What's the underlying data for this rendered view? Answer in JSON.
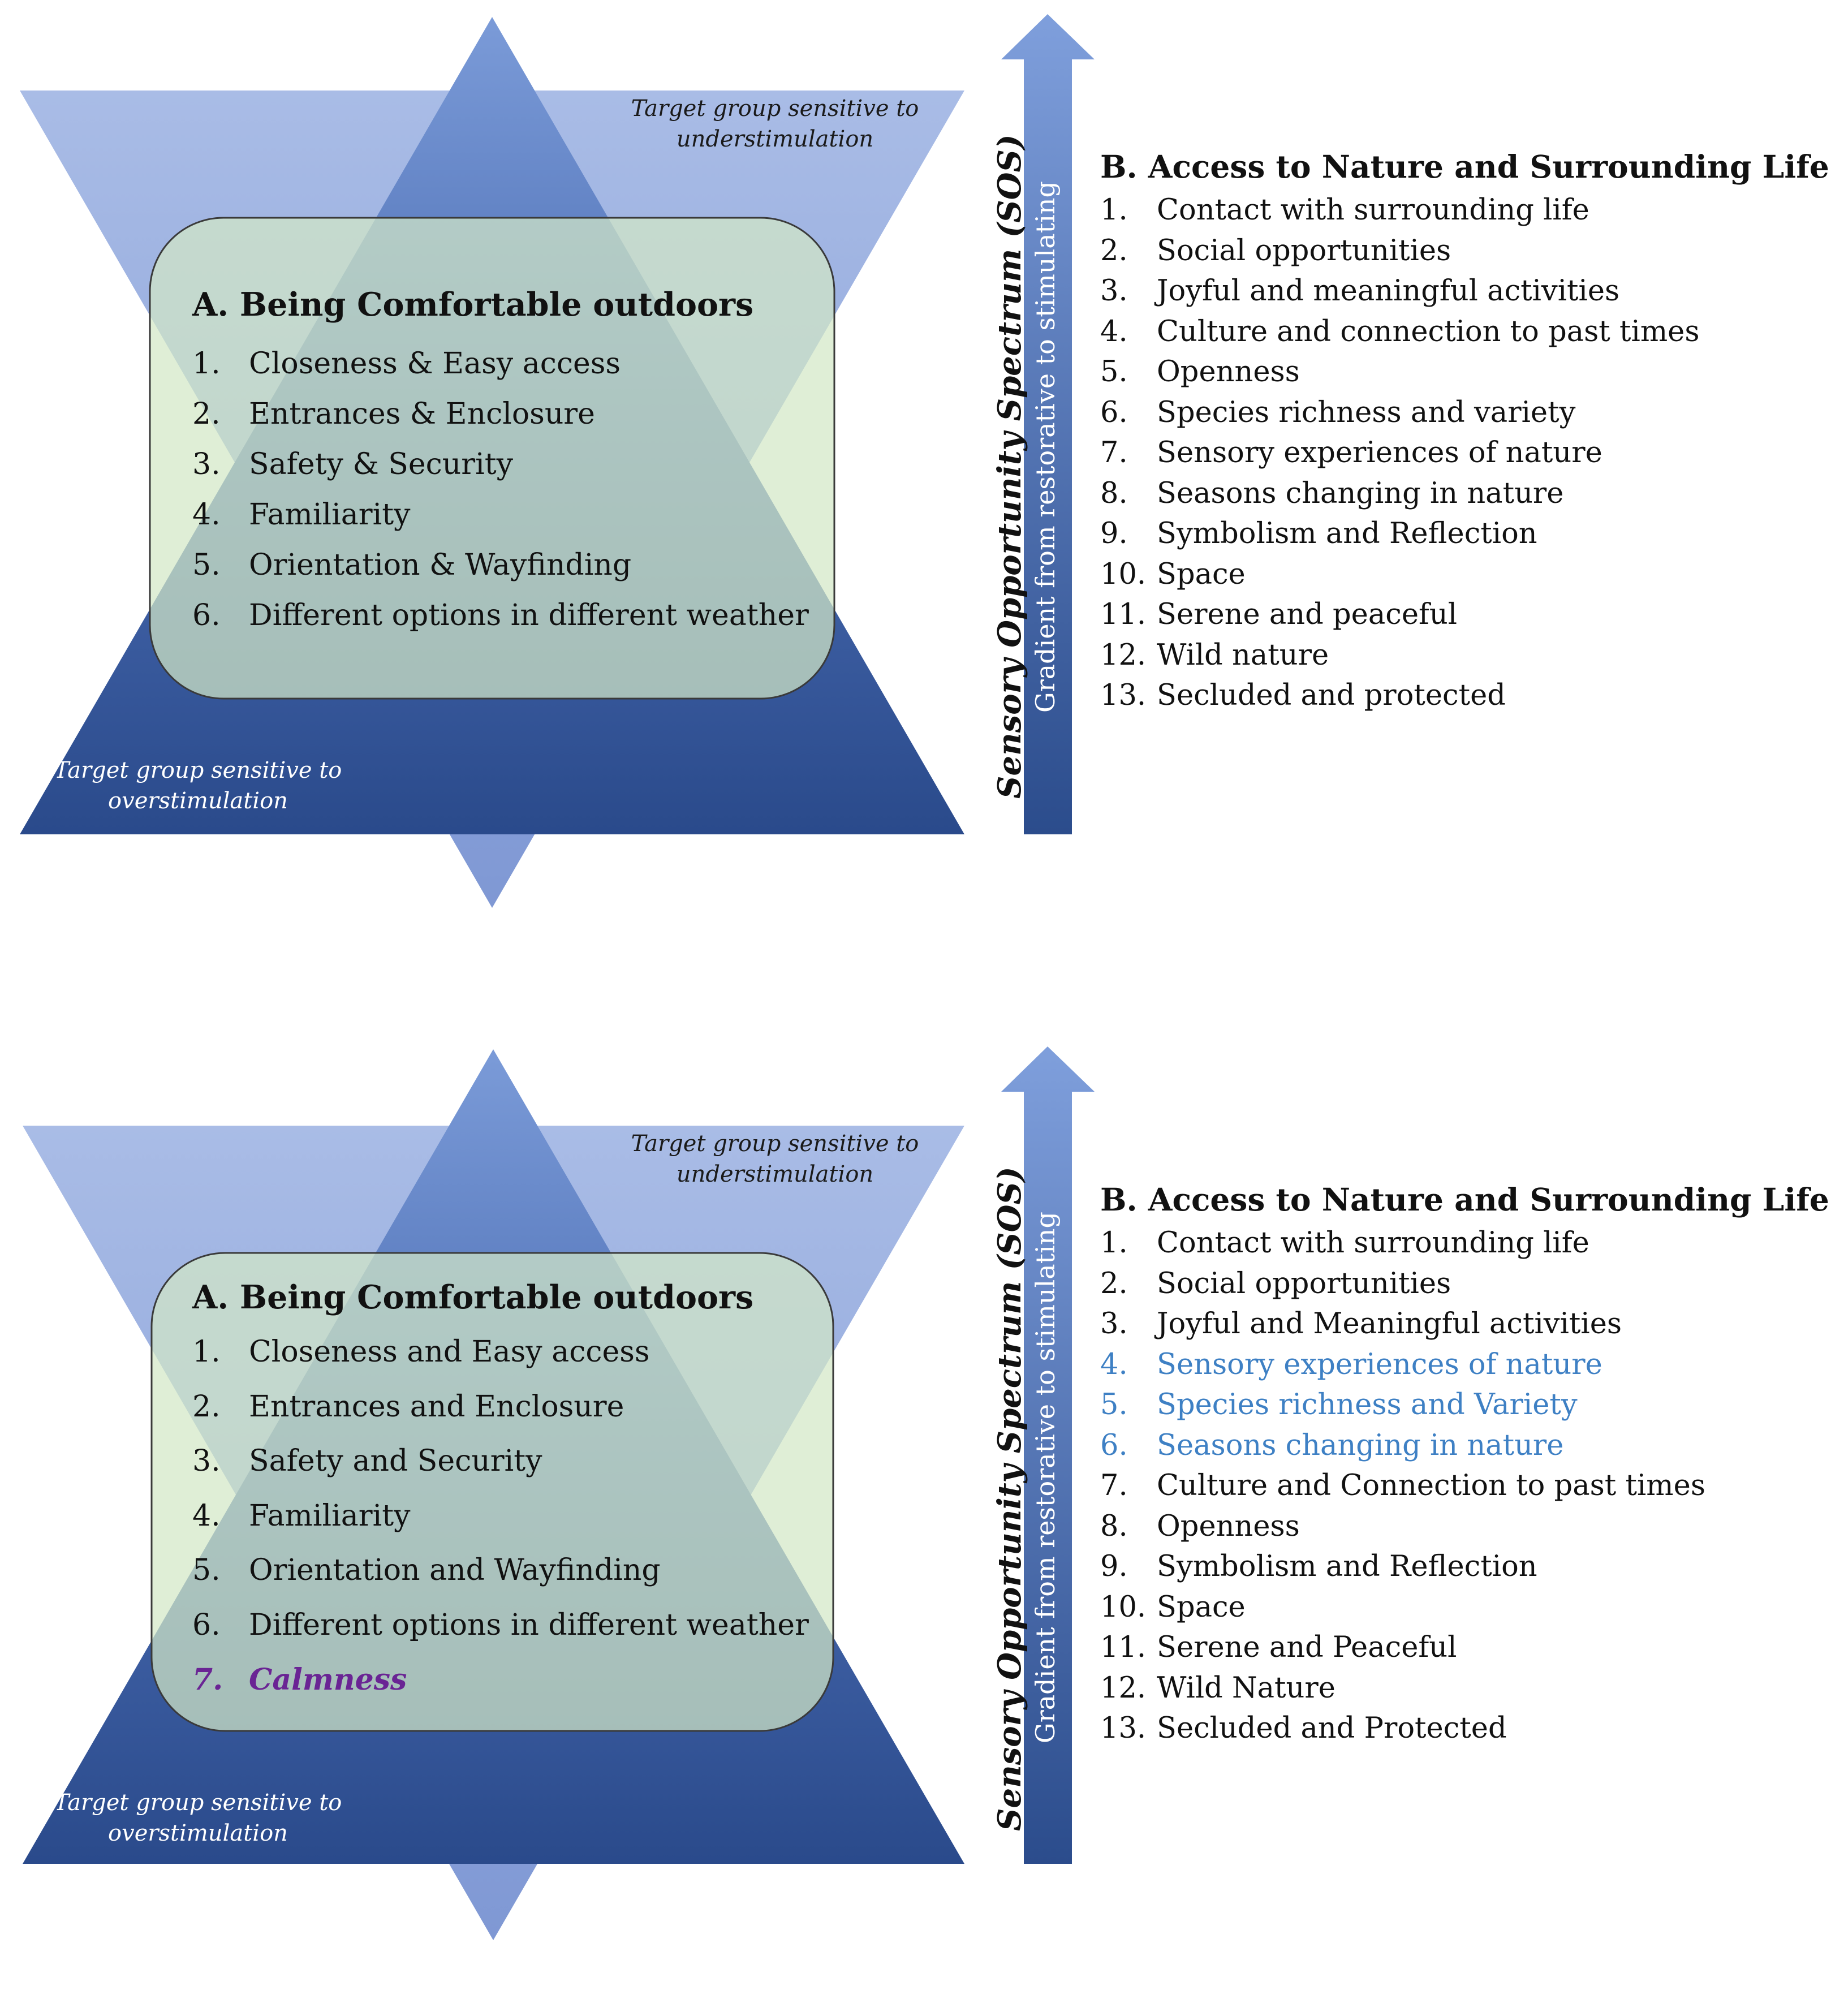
{
  "panels": [
    {
      "target_top": "Target group sensitive to understimulation",
      "target_bottom": "Target group sensitive to overstimulation",
      "sos_label": "Sensory Opportunity Spectrum (SOS)",
      "gradient_label": "Gradient from restorative to stimulating",
      "a_title": "A. Being Comfortable outdoors",
      "a_items": [
        {
          "num": "1.",
          "text": "Closeness & Easy access"
        },
        {
          "num": "2.",
          "text": "Entrances & Enclosure"
        },
        {
          "num": "3.",
          "text": "Safety & Security"
        },
        {
          "num": "4.",
          "text": "Familiarity"
        },
        {
          "num": "5.",
          "text": "Orientation & Wayfinding"
        },
        {
          "num": "6.",
          "text": "Different options in different weather"
        }
      ],
      "b_title": "B. Access to Nature and Surrounding Life",
      "b_items": [
        {
          "num": "1.",
          "text": "Contact with surrounding life"
        },
        {
          "num": "2.",
          "text": "Social opportunities"
        },
        {
          "num": "3.",
          "text": "Joyful and meaningful activities"
        },
        {
          "num": "4.",
          "text": "Culture and connection to past times"
        },
        {
          "num": "5.",
          "text": "Openness"
        },
        {
          "num": "6.",
          "text": "Species richness and variety"
        },
        {
          "num": "7.",
          "text": "Sensory experiences of nature"
        },
        {
          "num": "8.",
          "text": "Seasons changing in nature"
        },
        {
          "num": "9.",
          "text": "Symbolism and Reflection"
        },
        {
          "num": "10.",
          "text": "Space"
        },
        {
          "num": "11.",
          "text": "Serene and peaceful"
        },
        {
          "num": "12.",
          "text": "Wild nature"
        },
        {
          "num": "13.",
          "text": "Secluded and protected"
        }
      ]
    },
    {
      "target_top": "Target group sensitive to understimulation",
      "target_bottom": "Target group sensitive to overstimulation",
      "sos_label": "Sensory Opportunity Spectrum (SOS)",
      "gradient_label": "Gradient from restorative to stimulating",
      "a_title": "A. Being Comfortable outdoors",
      "a_items": [
        {
          "num": "1.",
          "text": "Closeness  and Easy access"
        },
        {
          "num": "2.",
          "text": "Entrances and Enclosure"
        },
        {
          "num": "3.",
          "text": "Safety and Security"
        },
        {
          "num": "4.",
          "text": "Familiarity"
        },
        {
          "num": "5.",
          "text": "Orientation and Wayfinding"
        },
        {
          "num": "6.",
          "text": "Different options in different weather"
        },
        {
          "num": "7.",
          "text": "Calmness",
          "highlight": "#6a2494"
        }
      ],
      "b_title": "B. Access to Nature and Surrounding Life",
      "b_items": [
        {
          "num": "1.",
          "text": "Contact with surrounding life"
        },
        {
          "num": "2.",
          "text": "Social opportunities"
        },
        {
          "num": "3.",
          "text": "Joyful and Meaningful activities"
        },
        {
          "num": "4.",
          "text": "Sensory experiences of nature",
          "highlight": "#3e80c4"
        },
        {
          "num": "5.",
          "text": "Species richness and Variety",
          "highlight": "#3e80c4"
        },
        {
          "num": "6.",
          "text": "Seasons changing in nature",
          "highlight": "#3e80c4"
        },
        {
          "num": "7.",
          "text": "Culture and Connection to past times"
        },
        {
          "num": "8.",
          "text": "Openness"
        },
        {
          "num": "9.",
          "text": "Symbolism and Reflection"
        },
        {
          "num": "10.",
          "text": "Space"
        },
        {
          "num": "11.",
          "text": "Serene and Peaceful"
        },
        {
          "num": "12.",
          "text": "Wild Nature"
        },
        {
          "num": "13.",
          "text": "Secluded and Protected"
        }
      ]
    }
  ],
  "colors": {
    "triangle_light": "#9db3e0",
    "triangle_dark": "#2b4c8c",
    "box_fill": "#c9dcc2",
    "highlight_blue": "#3e80c4",
    "highlight_purple": "#6a2494"
  }
}
